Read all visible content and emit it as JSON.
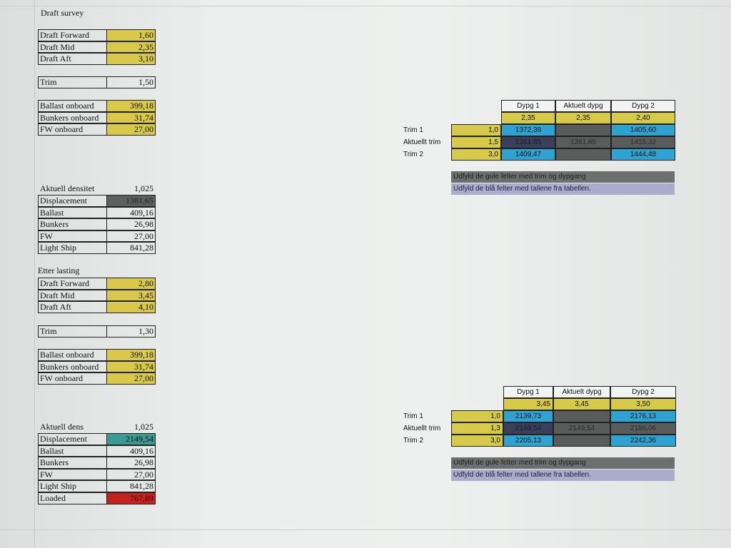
{
  "title": "Draft survey",
  "left": {
    "draft1": [
      {
        "label": "Draft Forward",
        "value": "1,60",
        "color": "yellow"
      },
      {
        "label": "Draft Mid",
        "value": "2,35",
        "color": "yellow"
      },
      {
        "label": "Draft Aft",
        "value": "3,10",
        "color": "yellow"
      }
    ],
    "trim1": [
      {
        "label": "Trim",
        "value": "1,50",
        "color": ""
      }
    ],
    "onboard1": [
      {
        "label": "Ballast onboard",
        "value": "399,18",
        "color": "yellow"
      },
      {
        "label": "Bunkers onboard",
        "value": "31,74",
        "color": "yellow"
      },
      {
        "label": "FW onboard",
        "value": "27,00",
        "color": "yellow"
      }
    ],
    "density1": [
      {
        "label": "Aktuell densitet",
        "value": "1,025",
        "color": "",
        "plain": true
      }
    ],
    "calc1": [
      {
        "label": "Displacement",
        "value": "1381,65",
        "color": "darkgrey"
      },
      {
        "label": "Ballast",
        "value": "409,16",
        "color": ""
      },
      {
        "label": "Bunkers",
        "value": "26,98",
        "color": ""
      },
      {
        "label": "FW",
        "value": "27,00",
        "color": ""
      },
      {
        "label": "Light Ship",
        "value": "841,28",
        "color": ""
      }
    ],
    "etter_lasting": "Etter lasting",
    "draft2": [
      {
        "label": "Draft Forward",
        "value": "2,80",
        "color": "yellow"
      },
      {
        "label": "Draft Mid",
        "value": "3,45",
        "color": "yellow"
      },
      {
        "label": "Draft Aft",
        "value": "4,10",
        "color": "yellow"
      }
    ],
    "trim2": [
      {
        "label": "Trim",
        "value": "1,30",
        "color": ""
      }
    ],
    "onboard2": [
      {
        "label": "Ballast onboard",
        "value": "399,18",
        "color": "yellow"
      },
      {
        "label": "Bunkers onboard",
        "value": "31,74",
        "color": "yellow"
      },
      {
        "label": "FW onboard",
        "value": "27,00",
        "color": "yellow"
      }
    ],
    "density2": [
      {
        "label": "Aktuell dens",
        "value": "1,025",
        "color": "",
        "plain": true
      }
    ],
    "calc2": [
      {
        "label": "Displacement",
        "value": "2149,54",
        "color": "teal"
      },
      {
        "label": "Ballast",
        "value": "409,16",
        "color": ""
      },
      {
        "label": "Bunkers",
        "value": "26,98",
        "color": ""
      },
      {
        "label": "FW",
        "value": "27,00",
        "color": ""
      },
      {
        "label": "Light Ship",
        "value": "841,28",
        "color": ""
      },
      {
        "label": "Loaded",
        "value": "767,89",
        "color": "red"
      }
    ]
  },
  "tables": [
    {
      "headers": [
        "Dypg 1",
        "Aktuelt dypg",
        "Dypg 2"
      ],
      "drafts": [
        "2,35",
        "2,35",
        "2,40"
      ],
      "rows": [
        {
          "label": "Trim 1",
          "trim": "1,0",
          "cells": [
            "1372,38",
            "",
            "1405,60"
          ]
        },
        {
          "label": "Aktuellt trim",
          "trim": "1,5",
          "cells": [
            "1381,65",
            "1381,65",
            "1415,32"
          ]
        },
        {
          "label": "Trim 2",
          "trim": "3,0",
          "cells": [
            "1409,47",
            "",
            "1444,48"
          ]
        }
      ],
      "notes": [
        "Udfyld de gule felter med trim og dypgang",
        "Udfyld de blå felter med tallene fra tabellen."
      ]
    },
    {
      "headers": [
        "Dypg 1",
        "Aktuelt dypg",
        "Dypg 2"
      ],
      "drafts": [
        "3,45",
        "3,45",
        "3,50"
      ],
      "rows": [
        {
          "label": "Trim 1",
          "trim": "1,0",
          "cells": [
            "2139,73",
            "",
            "2176,13"
          ]
        },
        {
          "label": "Aktuellt trim",
          "trim": "1,3",
          "cells": [
            "2149,54",
            "2149,54",
            "2186,06"
          ]
        },
        {
          "label": "Trim 2",
          "trim": "3,0",
          "cells": [
            "2205,13",
            "",
            "2242,36"
          ]
        }
      ],
      "notes": [
        "Udfyld de gule felter med trim og dypgang",
        "Udfyld de blå felter med tallene fra tabellen."
      ]
    }
  ],
  "colors": {
    "yellow": "#d9c94a",
    "blue": "#2ea3d1",
    "grey": "#5a5c5c",
    "navy": "#3c3f5c",
    "teal": "#3c9a94",
    "red": "#c4221f"
  }
}
